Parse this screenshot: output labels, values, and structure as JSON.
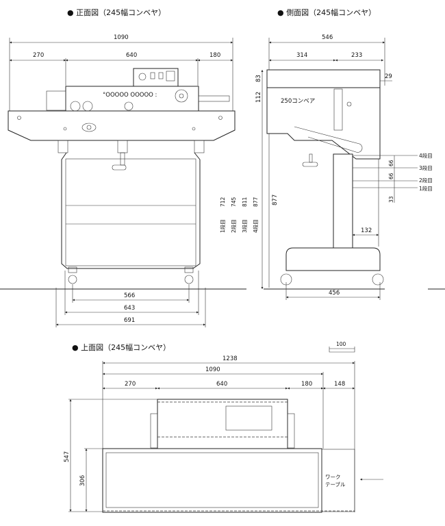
{
  "front_view": {
    "title": "●  正面図（245幅コンベヤ）",
    "dims": {
      "total": "1090",
      "left": "270",
      "center": "640",
      "right": "180",
      "caster_span": "566",
      "frame_width": "643",
      "overall_width": "691"
    }
  },
  "side_view": {
    "title": "●  側面図（245幅コンベヤ）",
    "conveyor_label": "250コンベア",
    "dims": {
      "total": "546",
      "left": "314",
      "right": "233",
      "offset": "29",
      "top_h": "83",
      "mid_h": "112",
      "height": "877",
      "step_a": "66",
      "step_b": "66",
      "step_c": "33",
      "column_offset": "132",
      "base_width": "456"
    },
    "levels": [
      "4段目",
      "3段目",
      "2段目",
      "1段目"
    ],
    "height_table": {
      "values": [
        "712",
        "745",
        "811",
        "877"
      ],
      "labels": [
        "1段目",
        "2段目",
        "3段目",
        "4段目"
      ]
    }
  },
  "top_view": {
    "title": "●  上面図（245幅コンベヤ）",
    "scale_bar": "100",
    "dims": {
      "overall": "1238",
      "total": "1090",
      "left": "270",
      "center": "640",
      "right": "180",
      "extra": "148",
      "depth": "547",
      "table_depth": "306"
    },
    "work_table_label": [
      "ワーク",
      "テーブル"
    ]
  }
}
